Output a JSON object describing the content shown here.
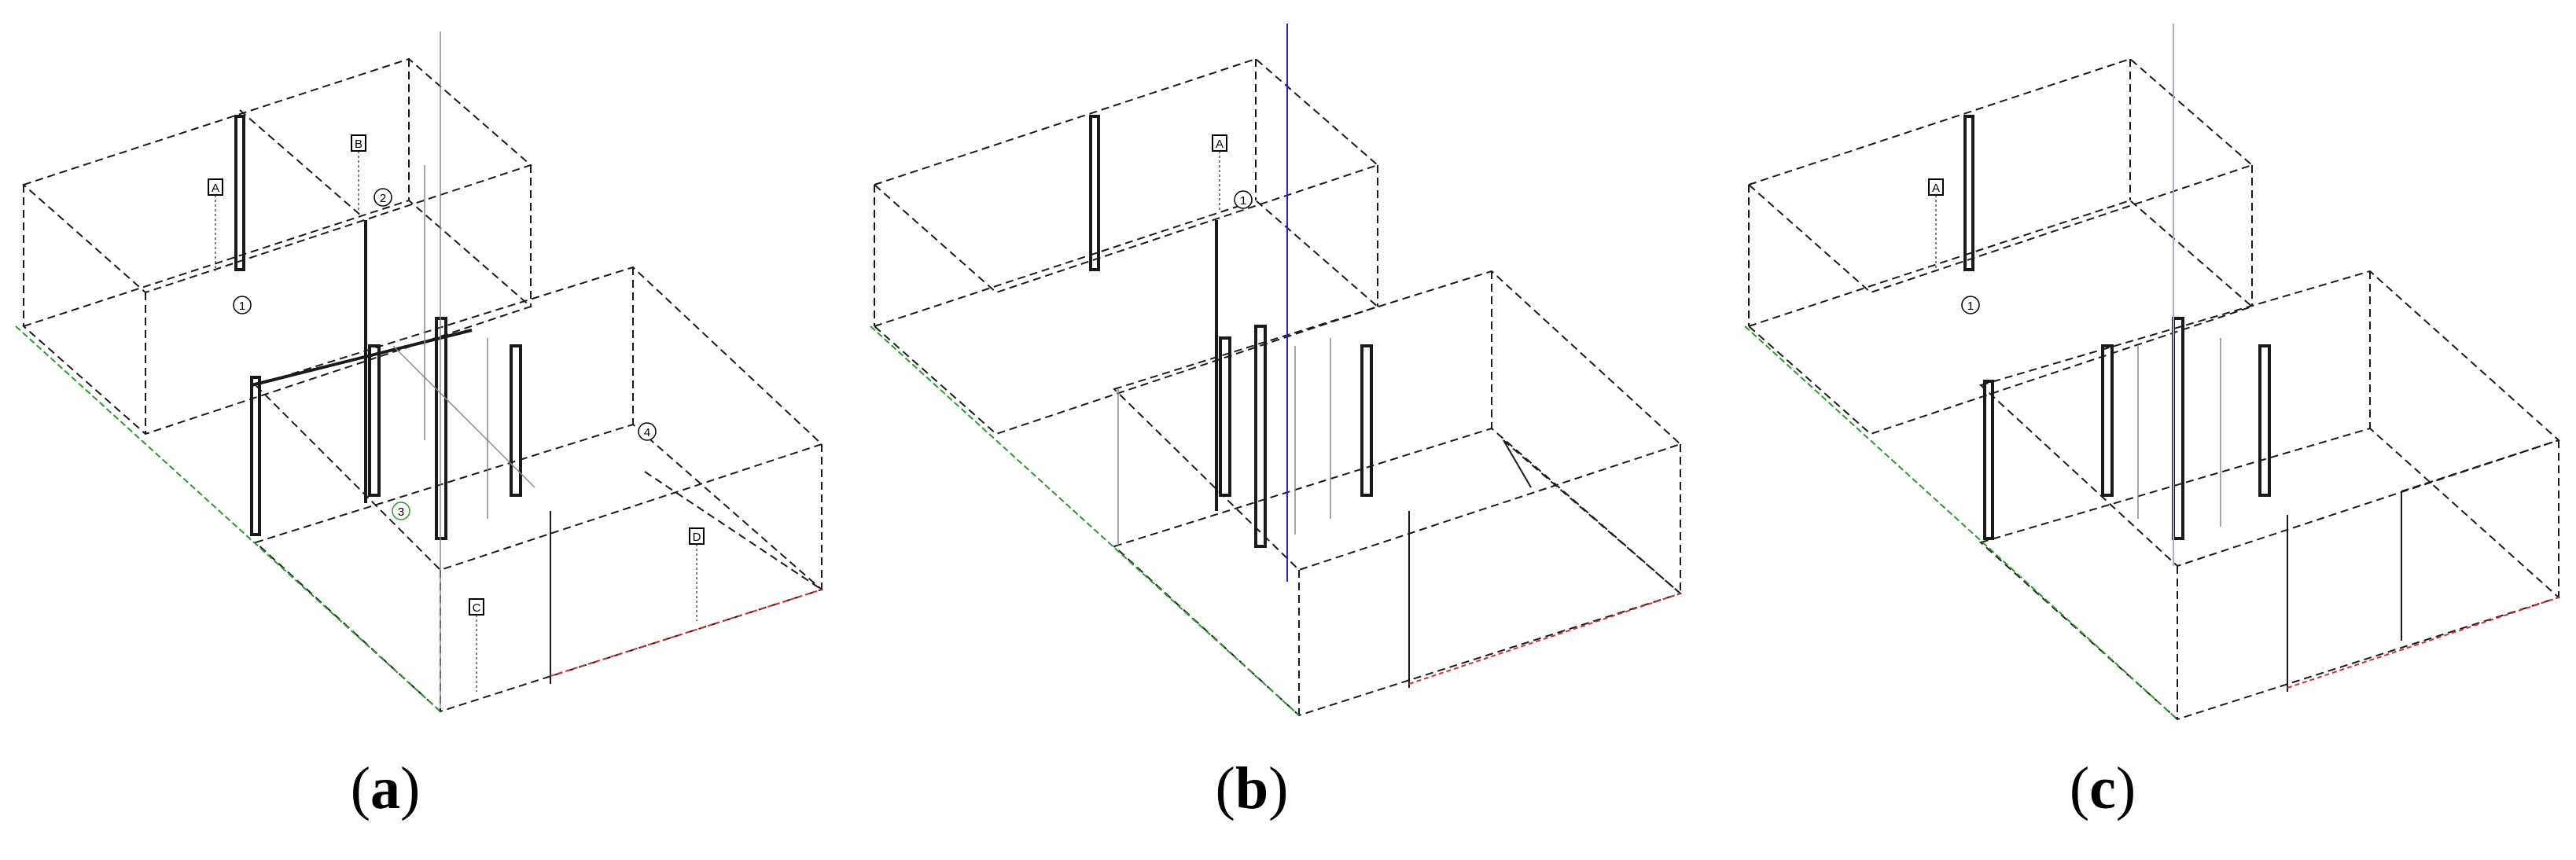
{
  "figure": {
    "panels": [
      {
        "id": "a",
        "label": "a",
        "tags": [
          "A",
          "B",
          "C",
          "D"
        ],
        "markers": [
          "1",
          "2",
          "3",
          "4"
        ],
        "vertical_axis": false
      },
      {
        "id": "b",
        "label": "b",
        "tags": [
          "A"
        ],
        "markers": [
          "1"
        ],
        "vertical_axis": true
      },
      {
        "id": "c",
        "label": "c",
        "tags": [
          "A"
        ],
        "markers": [
          "1"
        ],
        "vertical_axis": true
      }
    ],
    "colors": {
      "edge": "#1a1a1a",
      "thin_edge": "#888888",
      "axis_x": "#2a9a2a",
      "axis_y": "#d03030",
      "axis_z_strong": "#2222dd",
      "axis_z_faint": "#b0a8e0"
    }
  }
}
